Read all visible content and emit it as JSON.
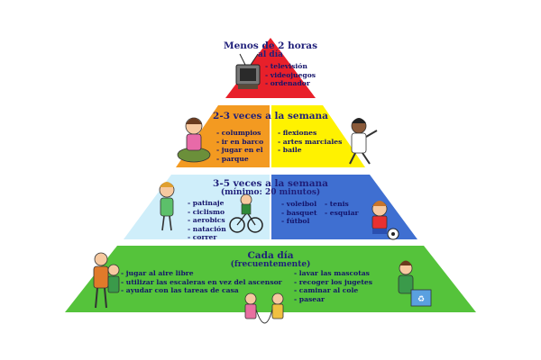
{
  "levels": [
    {
      "title": "Menos de 2 horas",
      "subtitle": "al día",
      "activities": [
        "televisión",
        "videojuegos",
        "ordenador"
      ]
    },
    {
      "title": "2-3 veces a la semana",
      "left_activities": [
        "columpios",
        "ir en barco",
        "jugar en el",
        "parque"
      ],
      "right_activities": [
        "flexiones",
        "artes marciales",
        "baile"
      ]
    },
    {
      "title": "3-5 veces a la semana",
      "subtitle": "(mínimo: 20 minutos)",
      "left_activities": [
        "patinaje",
        "ciclismo",
        "aerobics",
        "natación",
        "correr"
      ],
      "right_col1": [
        "voleibol",
        "basquet",
        "fútbol"
      ],
      "right_col2": [
        "tenis",
        "esquiar"
      ]
    },
    {
      "title": "Cada día",
      "subtitle": "(frecuentemente)",
      "left_activities": [
        "jugar al aire libre",
        "utilizar las escaleras en vez del ascensor",
        "ayudar con las tareas de casa"
      ],
      "right_activities": [
        "lavar las mascotas",
        "recoger los jugetes",
        "caminar al cole",
        "pasear"
      ]
    }
  ],
  "colors": {
    "level1": "#e8202a",
    "level2_left": "#f39a21",
    "level2_right": "#fff200",
    "level3_left": "#cfeefa",
    "level3_right": "#3f6fd1",
    "level4": "#55c33b",
    "text": "#1f1f7a"
  }
}
